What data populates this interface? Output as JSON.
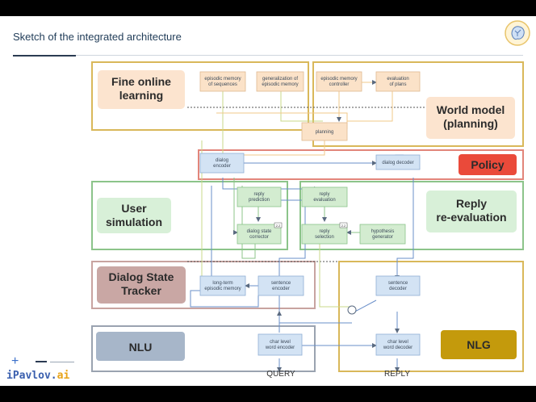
{
  "slide": {
    "title": "Sketch of the integrated architecture",
    "logo_icon": "brain-circuit-icon"
  },
  "footer": {
    "brand_prefix": "iPavlov.",
    "brand_suffix": "ai"
  },
  "regions": {
    "fine_online_learning": "Fine online\nlearning",
    "world_model": "World model\n(planning)",
    "policy": "Policy",
    "user_simulation": "User\nsimulation",
    "reply_reevaluation": "Reply\nre-evaluation",
    "dialog_state_tracker": "Dialog State\nTracker",
    "nlu": "NLU",
    "nlg": "NLG"
  },
  "nodes": {
    "episodic_memory_of_sequences": "episodic memory\nof sequences",
    "generalization_of_episodic_memory": "generalization of\nepisodic memory",
    "episodic_memory_controller": "episodic memory\ncontroller",
    "evaluation_of_plans": "evaluation\nof plans",
    "planning": "planning",
    "dialog_encoder": "dialog\nencoder",
    "dialog_decoder": "dialog decoder",
    "reply_prediction": "reply\nprediction",
    "dialog_state_corrector": "dialog state\ncorrector",
    "reply_evaluation": "reply\nevaluation",
    "reply_selection": "reply\nselection",
    "hypothesis_generator": "hypothesis\ngenerator",
    "long_term_episodic_memory": "long-term\nepisodic memory",
    "sentence_encoder": "sentence\nencoder",
    "sentence_decoder": "sentence\ndecoder",
    "char_level_word_encoder": "char level\nword encoder",
    "char_level_word_decoder": "char level\nword decoder"
  },
  "badges": {
    "corrector_badge": "2.2",
    "selection_badge": "2.2"
  },
  "io_labels": {
    "query": "QUERY",
    "reply": "REPLY"
  },
  "colors": {
    "fine_learning_fill": "#fce4cf",
    "world_model_fill": "#fce4cf",
    "policy_fill": "#ea4a3a",
    "user_sim_fill": "#d8f0d8",
    "reply_reeval_fill": "#d8f0d8",
    "dst_fill": "#c9a7a4",
    "nlu_fill": "#a7b6c9",
    "nlg_fill": "#c49a0c",
    "node_orange": "#fbe2c8",
    "node_green": "#d3ecd0",
    "node_blue": "#d3e3f4",
    "border_gold": "#d9b85a",
    "border_red": "#e2857a",
    "border_green": "#8cc48a",
    "border_brown": "#c8a3a0",
    "border_gray": "#9aa3b0"
  }
}
